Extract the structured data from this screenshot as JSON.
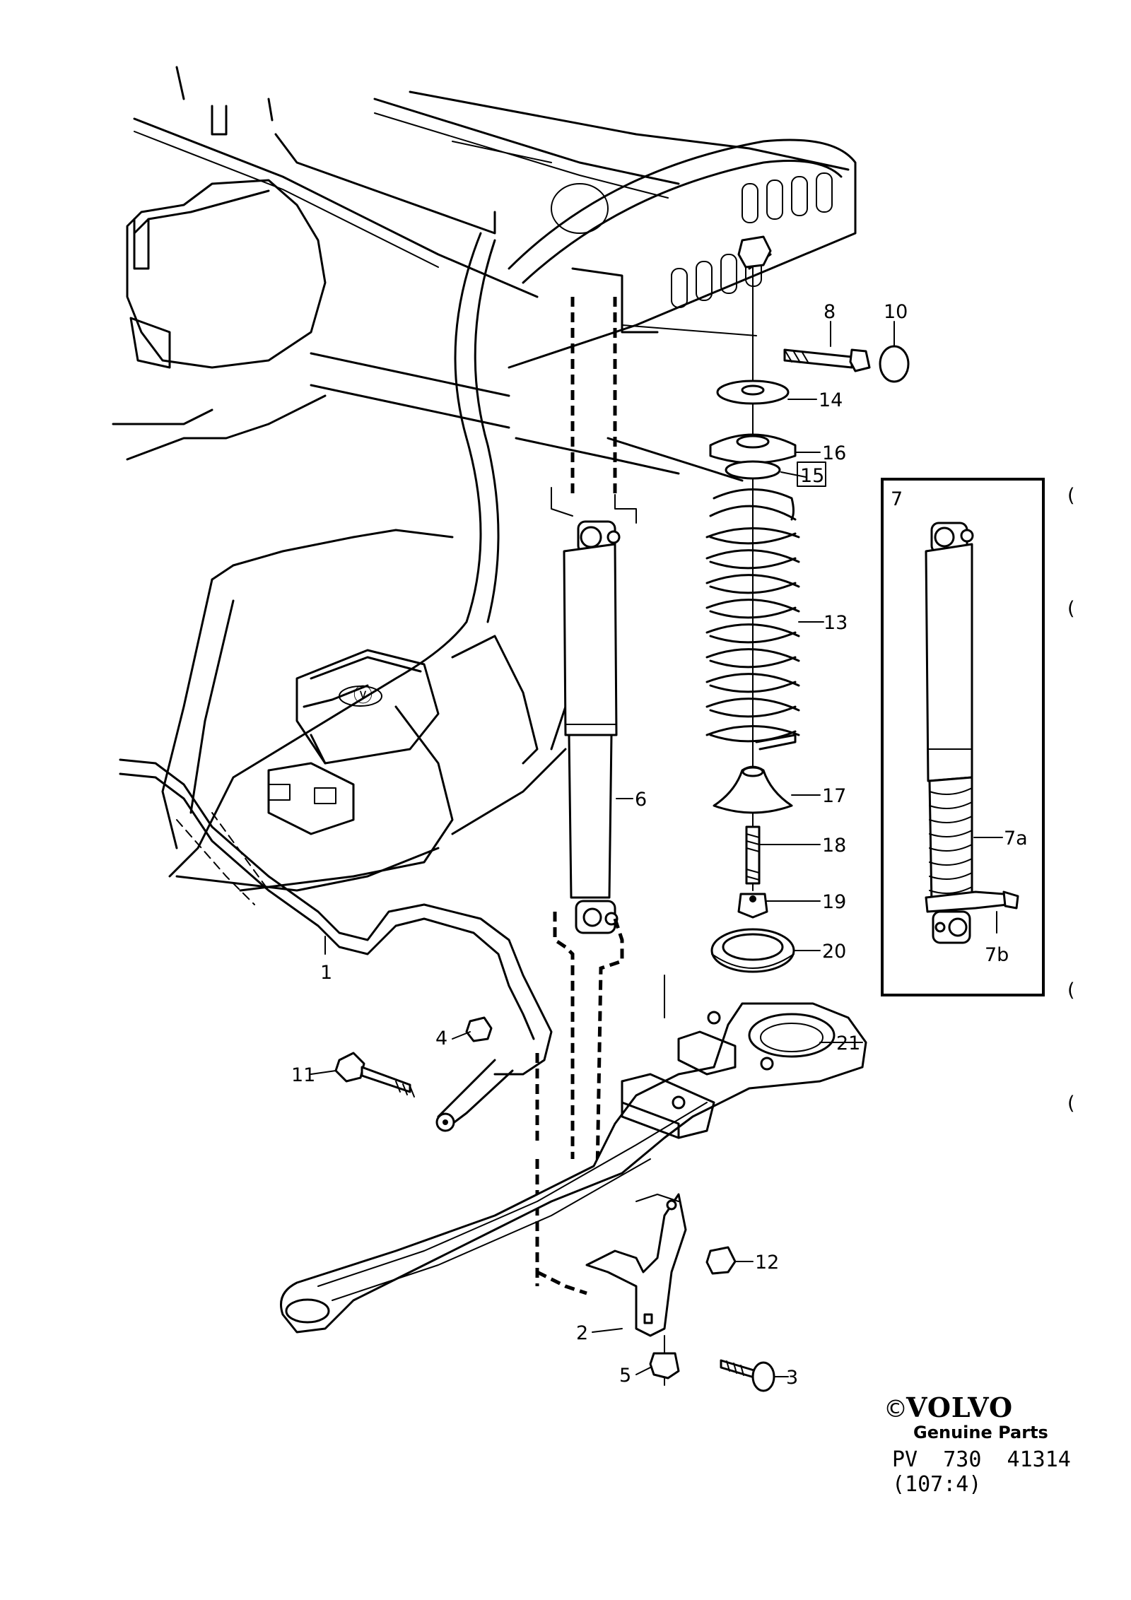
{
  "callouts": {
    "c1": "1",
    "c2": "2",
    "c3": "3",
    "c4": "4",
    "c5": "5",
    "c6": "6",
    "c8": "8",
    "c10": "10",
    "c11": "11",
    "c12": "12",
    "c13": "13",
    "c14": "14",
    "c15": "15",
    "c16": "16",
    "c17": "17",
    "c18": "18",
    "c19": "19",
    "c20": "20",
    "c21": "21"
  },
  "inset": {
    "number": "7",
    "c7a": "7a",
    "c7b": "7b"
  },
  "footer": {
    "copyright_symbol": "©",
    "brand": "VOLVO",
    "subtitle": "Genuine Parts",
    "ref_line": "PV  730  41314",
    "ref_sub": "(107:4)"
  },
  "margin_marks": [
    "(",
    "(",
    "(",
    "("
  ]
}
